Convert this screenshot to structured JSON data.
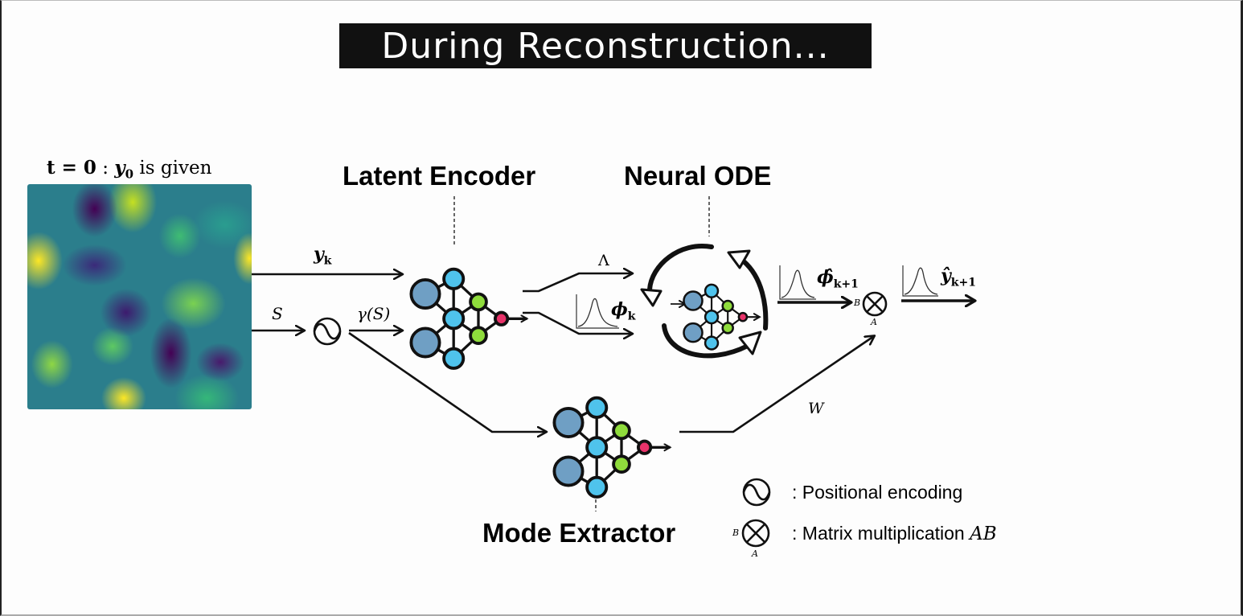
{
  "title": "During Reconstruction...",
  "initial_condition": {
    "label_t": "t = 0",
    "label_sep": " : ",
    "label_y": "y",
    "label_y_sub": "0",
    "label_rest": " is given",
    "field_colormap": "viridis"
  },
  "modules": {
    "latent_encoder": "Latent Encoder",
    "neural_ode": "Neural ODE",
    "mode_extractor": "Mode Extractor"
  },
  "signals": {
    "y_k": "y",
    "y_k_sub": "k",
    "S": "S",
    "gamma_S": "γ(S)",
    "Lambda": "Λ",
    "phi_k": "ϕ",
    "phi_k_sub": "k",
    "phi_hat_next": "ϕ̂",
    "phi_hat_next_sub": "k+1",
    "y_hat_next": "ŷ",
    "y_hat_next_sub": "k+1",
    "W": "W",
    "matmul_B": "B",
    "matmul_A": "A"
  },
  "legend": {
    "positional_encoding": ": Positional encoding",
    "matrix_multiplication": ": Matrix multiplication ",
    "matrix_multiplication_math": "AB",
    "symbol_B": "B",
    "symbol_A": "A"
  },
  "colors": {
    "title_bg": "#111111",
    "title_fg": "#ffffff",
    "node_input": "#6f9fc4",
    "node_hidden": "#4fc3ec",
    "node_green": "#8fdc3c",
    "node_output": "#e8336a",
    "stroke": "#111111"
  }
}
